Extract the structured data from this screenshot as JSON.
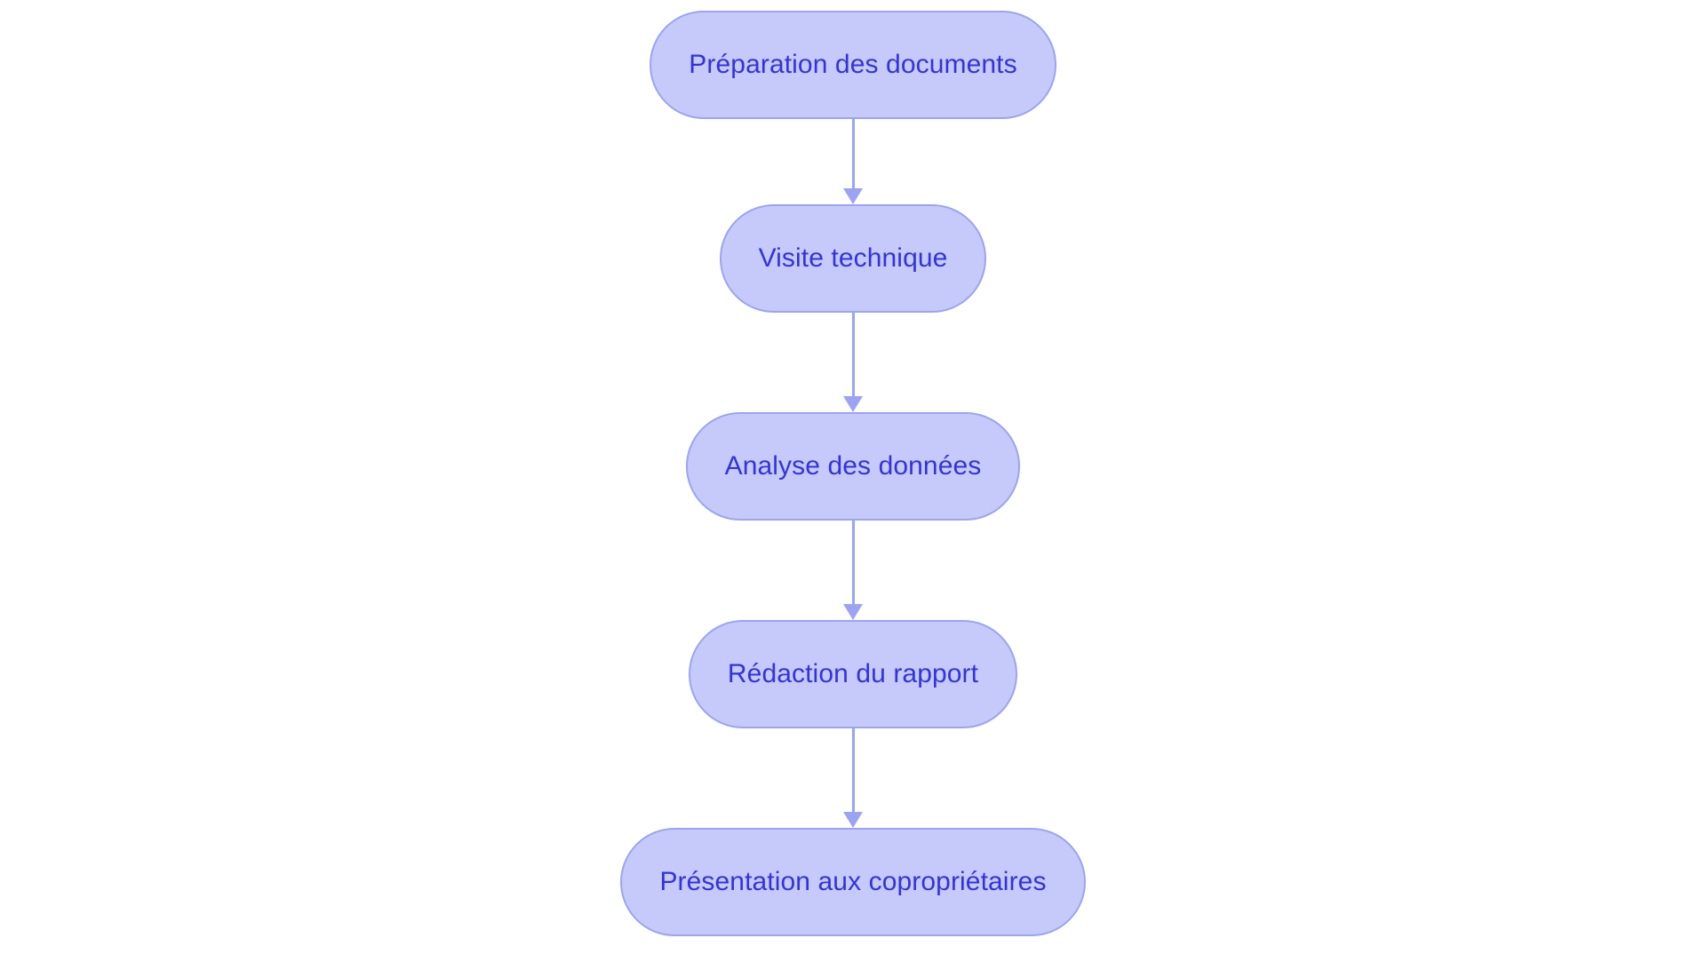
{
  "diagram": {
    "type": "flowchart",
    "orientation": "top-to-bottom",
    "title": "",
    "background_color": "#ffffff",
    "node_fill_color": "#c5cafa",
    "node_border_color": "#9aa4f2",
    "node_text_color": "#3333dd",
    "connector_color": "#9aa4f2",
    "nodes": [
      {
        "id": "node-1",
        "label": "Préparation des documents",
        "shape": "stadium",
        "order": 1
      },
      {
        "id": "node-2",
        "label": "Visite technique",
        "shape": "stadium",
        "order": 2
      },
      {
        "id": "node-3",
        "label": "Analyse des données",
        "shape": "stadium",
        "order": 3
      },
      {
        "id": "node-4",
        "label": "Rédaction du rapport",
        "shape": "stadium",
        "order": 4
      },
      {
        "id": "node-5",
        "label": "Présentation aux copropriétaires",
        "shape": "stadium",
        "order": 5
      }
    ],
    "edges": [
      {
        "id": "edge-1",
        "from": "node-1",
        "to": "node-2",
        "label": "",
        "arrow": "arrow-down-icon"
      },
      {
        "id": "edge-2",
        "from": "node-2",
        "to": "node-3",
        "label": "",
        "arrow": "arrow-down-icon"
      },
      {
        "id": "edge-3",
        "from": "node-3",
        "to": "node-4",
        "label": "",
        "arrow": "arrow-down-icon"
      },
      {
        "id": "edge-4",
        "from": "node-4",
        "to": "node-5",
        "label": "",
        "arrow": "arrow-down-icon"
      }
    ]
  }
}
